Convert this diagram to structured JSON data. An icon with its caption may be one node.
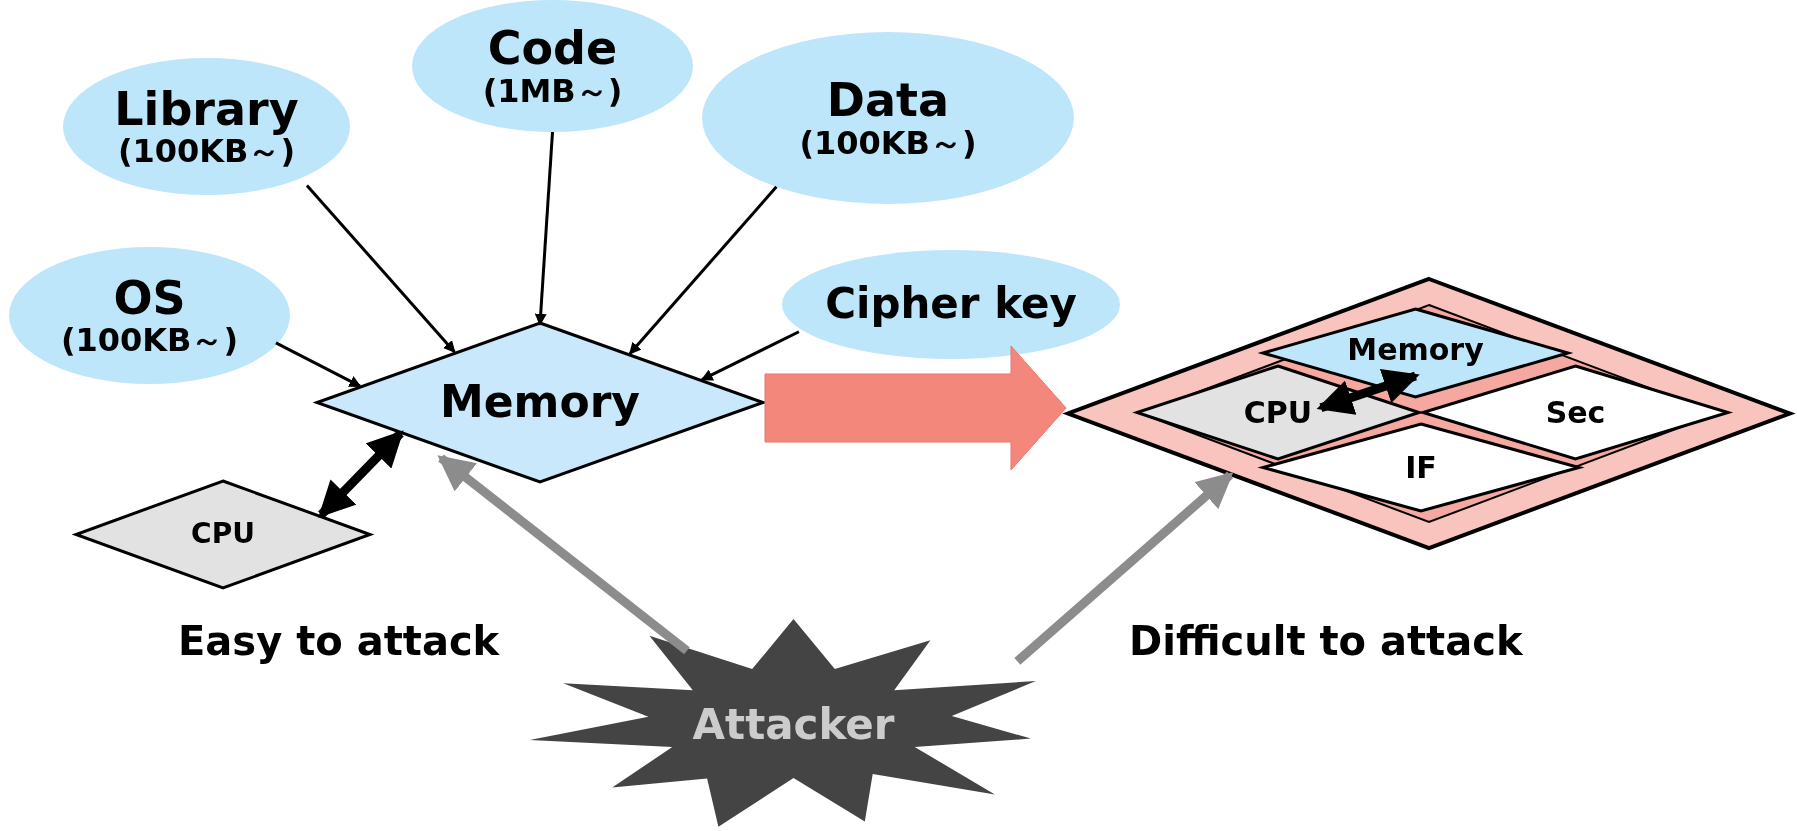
{
  "diagram": {
    "nodes": [
      {
        "text": [
          "Library",
          "(100KB～)"
        ]
      },
      {
        "text": [
          "Code",
          "(1MB～)"
        ]
      },
      {
        "text": [
          "Data",
          "(100KB～)"
        ]
      },
      {
        "text": [
          "OS",
          "(100KB～)"
        ]
      },
      {
        "text": [
          "Cipher key"
        ]
      },
      {
        "text": [
          "Memory"
        ]
      },
      {
        "text": [
          "CPU"
        ]
      },
      {
        "text": [],
        "shape": "diamond"
      },
      {
        "text": [
          "Memory"
        ],
        "in": 7
      },
      {
        "text": [
          "CPU"
        ],
        "in": 7
      },
      {
        "text": [
          "Sec"
        ],
        "in": 7
      },
      {
        "text": [
          "IF"
        ],
        "in": 7
      },
      {
        "text": [
          "Attacker"
        ]
      }
    ],
    "edges": [
      {
        "from": 0,
        "to": 5,
        "arrow": "to"
      },
      {
        "from": 1,
        "to": 5,
        "arrow": "to"
      },
      {
        "from": 2,
        "to": 5,
        "arrow": "to"
      },
      {
        "from": 3,
        "to": 5,
        "arrow": "to"
      },
      {
        "from": 4,
        "to": 5,
        "arrow": "to"
      },
      {
        "from": 5,
        "to": 6,
        "arrow": "both",
        "style": "thick"
      },
      {
        "from": 9,
        "to": 8,
        "arrow": "both",
        "style": "thick"
      },
      {
        "from": 5,
        "to": 7,
        "arrow": "to",
        "style": "thick",
        "color": "#f4877c"
      },
      {
        "from": 12,
        "to": 5,
        "arrow": "to",
        "style": "thick",
        "color": "#8c8c8c"
      },
      {
        "from": 12,
        "to": 7,
        "arrow": "to",
        "style": "thick",
        "color": "#8c8c8c"
      }
    ],
    "labels": [
      "Easy to attack",
      "Difficult to attack"
    ]
  }
}
